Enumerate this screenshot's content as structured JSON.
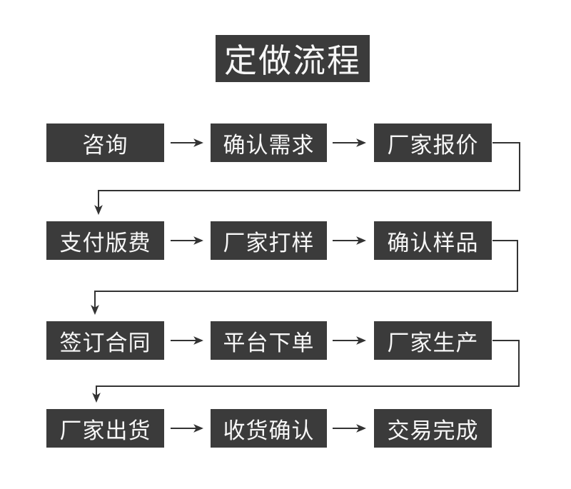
{
  "title": "定做流程",
  "colors": {
    "box_bg": "#3b3b3b",
    "box_text": "#f7f7f7",
    "line": "#333333",
    "page_bg": "#ffffff"
  },
  "flow": {
    "rows": [
      {
        "steps": [
          {
            "label": "咨询"
          },
          {
            "label": "确认需求"
          },
          {
            "label": "厂家报价"
          }
        ]
      },
      {
        "steps": [
          {
            "label": "支付版费"
          },
          {
            "label": "厂家打样"
          },
          {
            "label": "确认样品"
          }
        ]
      },
      {
        "steps": [
          {
            "label": "签订合同"
          },
          {
            "label": "平台下单"
          },
          {
            "label": "厂家生产"
          }
        ]
      },
      {
        "steps": [
          {
            "label": "厂家出货"
          },
          {
            "label": "收货确认"
          },
          {
            "label": "交易完成"
          }
        ]
      }
    ]
  }
}
